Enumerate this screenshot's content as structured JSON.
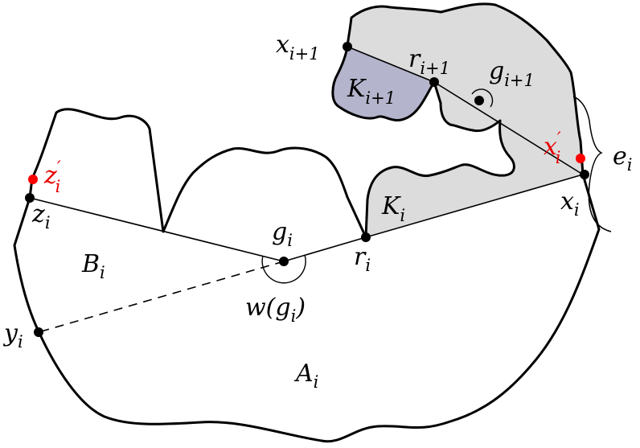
{
  "labels": {
    "x_i1": {
      "base": "x",
      "sub": "i+1"
    },
    "r_i1": {
      "base": "r",
      "sub": "i+1"
    },
    "g_i1": {
      "base": "g",
      "sub": "i+1"
    },
    "K_i1": {
      "base": "K",
      "sub": "i+1"
    },
    "x_i_prime": {
      "base": "x",
      "prime": "′",
      "sub": "i"
    },
    "e_i": {
      "base": "e",
      "sub": "i"
    },
    "x_i": {
      "base": "x",
      "sub": "i"
    },
    "K_i": {
      "base": "K",
      "sub": "i"
    },
    "z_i_prime": {
      "base": "z",
      "prime": "′",
      "sub": "i"
    },
    "z_i": {
      "base": "z",
      "sub": "i"
    },
    "g_i": {
      "base": "g",
      "sub": "i"
    },
    "r_i": {
      "base": "r",
      "sub": "i"
    },
    "B_i": {
      "base": "B",
      "sub": "i"
    },
    "w_g_i": {
      "pre": "w(g",
      "sub": "i",
      "post": ")"
    },
    "y_i": {
      "base": "y",
      "sub": "i"
    },
    "A_i": {
      "base": "A",
      "sub": "i"
    }
  },
  "colors": {
    "outline": "#000000",
    "region_K_i": "#dcdcdc",
    "region_K_i1": "#b4b4cc",
    "highlight_point": "#ff0000",
    "highlight_label": "#e60000"
  }
}
